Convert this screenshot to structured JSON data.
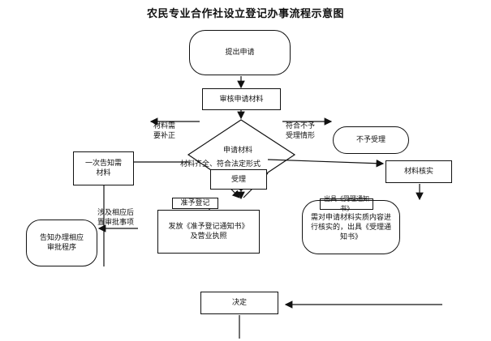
{
  "title": "农民专业合作社设立登记办事流程示意图",
  "nodes": {
    "submit": "提出申请",
    "review": "审核申请材料",
    "diamond_top": "申请材料",
    "diamond_bottom": "材料齐全、符合法定形式",
    "accept": "受理",
    "notify_once": "一次告知需\n材料",
    "reject": "不予受理",
    "verify": "材料核实",
    "approve": "准予登记",
    "issue_notice": "发放《准予登记通知书》",
    "issue_license": "及营业执照",
    "verify_notice": "需对申请材料实质内容进行核实的，出具《受理通知书》",
    "verify_notice_overlap": "出具《受理通知书》",
    "inform": "告知办理相应\n审批程序",
    "decide": "决定"
  },
  "labels": {
    "need_supplement": "材料需\n要补正",
    "not_meet": "符合不予\n受理情形",
    "involves": "涉及相应后\n置审批事项"
  }
}
